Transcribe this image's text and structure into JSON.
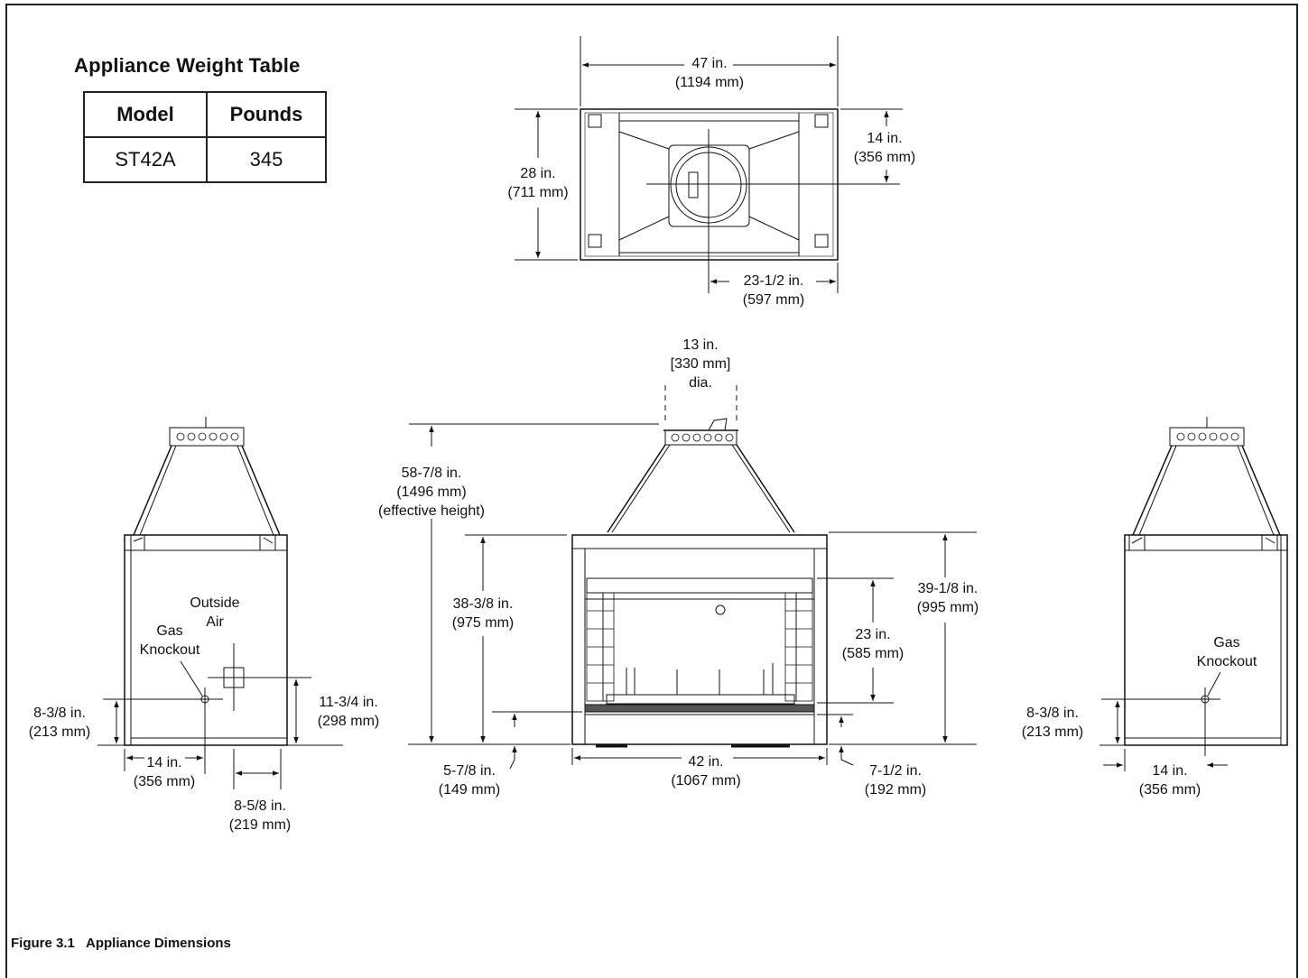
{
  "weight_table": {
    "title": "Appliance Weight Table",
    "headers": [
      "Model",
      "Pounds"
    ],
    "rows": [
      [
        "ST42A",
        "345"
      ]
    ]
  },
  "top_view": {
    "width": [
      "47 in.",
      "(1194 mm)"
    ],
    "depth": [
      "28 in.",
      "(711 mm)"
    ],
    "flue_offset_depth": [
      "14 in.",
      "(356 mm)"
    ],
    "flue_offset_width": [
      "23-1/2 in.",
      "(597 mm)"
    ]
  },
  "front_view": {
    "flue_diameter": [
      "13 in.",
      "[330 mm]",
      "dia."
    ],
    "effective_height": [
      "58-7/8 in.",
      "(1496 mm)",
      "(effective height)"
    ],
    "box_height": [
      "38-3/8 in.",
      "(975 mm)"
    ],
    "hearth_height": [
      "5-7/8 in.",
      "(149 mm)"
    ],
    "width": [
      "42 in.",
      "(1067 mm)"
    ],
    "overall_height": [
      "39-1/8 in.",
      "(995 mm)"
    ],
    "opening_height": [
      "23 in.",
      "(585 mm)"
    ],
    "opening_base": [
      "7-1/2 in.",
      "(192 mm)"
    ]
  },
  "left_view": {
    "outside_air": [
      "Outside",
      "Air"
    ],
    "gas_knockout": [
      "Gas",
      "Knockout"
    ],
    "gas_height": [
      "8-3/8 in.",
      "(213 mm)"
    ],
    "gas_offset": [
      "14 in.",
      "(356 mm)"
    ],
    "air_height": [
      "11-3/4 in.",
      "(298 mm)"
    ],
    "air_width": [
      "8-5/8 in.",
      "(219 mm)"
    ]
  },
  "right_view": {
    "gas_knockout": [
      "Gas",
      "Knockout"
    ],
    "gas_height": [
      "8-3/8 in.",
      "(213 mm)"
    ],
    "gas_offset": [
      "14 in.",
      "(356 mm)"
    ]
  },
  "figure": {
    "number": "Figure 3.1",
    "title": "Appliance Dimensions"
  }
}
